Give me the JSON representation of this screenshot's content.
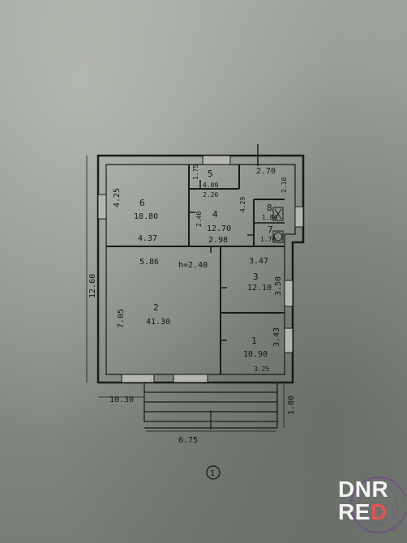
{
  "plan": {
    "rooms": [
      {
        "id": "1",
        "area": "10.90"
      },
      {
        "id": "2",
        "area": "41.30"
      },
      {
        "id": "3",
        "area": "12.10"
      },
      {
        "id": "4",
        "area": "12.70"
      },
      {
        "id": "5",
        "area": "4.00"
      },
      {
        "id": "6",
        "area": "18.80"
      },
      {
        "id": "7",
        "area": "1.70"
      },
      {
        "id": "8",
        "area": "1.80"
      }
    ],
    "dimensions": {
      "total_height": "12.60",
      "total_width": "10.30",
      "porch_width": "6.75",
      "porch_depth": "1.80",
      "room6_height": "4.25",
      "room6_width": "4.37",
      "room4_width": "2.98",
      "room4_left_height": "2.40",
      "room5_width": "2.26",
      "room5_height": "1.75",
      "room5_side": "4.29",
      "top_right_width": "2.70",
      "top_right_height": "2.10",
      "room2_width": "5.86",
      "room2_height": "7.05",
      "ceiling_height": "h=2.40",
      "room3_width": "3.47",
      "room3_height": "3.50",
      "room1_height": "3.43",
      "room1_width": "3.25"
    },
    "floor_mark": "1"
  },
  "watermark": {
    "line1": "DNR",
    "line2_a": "RE",
    "line2_b": "D"
  }
}
